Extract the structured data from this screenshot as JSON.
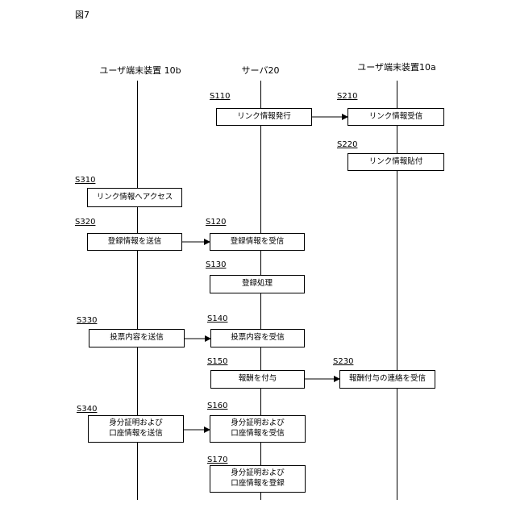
{
  "figure_label": "図7",
  "columns": {
    "device_b": "ユーザ端末装置 10b",
    "server": "サーバ20",
    "device_a": "ユーザ端末装置10a"
  },
  "steps": {
    "s110": {
      "id": "S110",
      "text": "リンク情報発行"
    },
    "s210": {
      "id": "S210",
      "text": "リンク情報受信"
    },
    "s220": {
      "id": "S220",
      "text": "リンク情報貼付"
    },
    "s310": {
      "id": "S310",
      "text": "リンク情報へアクセス"
    },
    "s320": {
      "id": "S320",
      "text": "登録情報を送信"
    },
    "s120": {
      "id": "S120",
      "text": "登録情報を受信"
    },
    "s130": {
      "id": "S130",
      "text": "登録処理"
    },
    "s330": {
      "id": "S330",
      "text": "投票内容を送信"
    },
    "s140": {
      "id": "S140",
      "text": "投票内容を受信"
    },
    "s150": {
      "id": "S150",
      "text": "報酬を付与"
    },
    "s230": {
      "id": "S230",
      "text": "報酬付与の連絡を受信"
    },
    "s340": {
      "id": "S340",
      "text": "身分証明および\n口座情報を送信"
    },
    "s160": {
      "id": "S160",
      "text": "身分証明および\n口座情報を受信"
    },
    "s170": {
      "id": "S170",
      "text": "身分証明および\n口座情報を登録"
    }
  }
}
